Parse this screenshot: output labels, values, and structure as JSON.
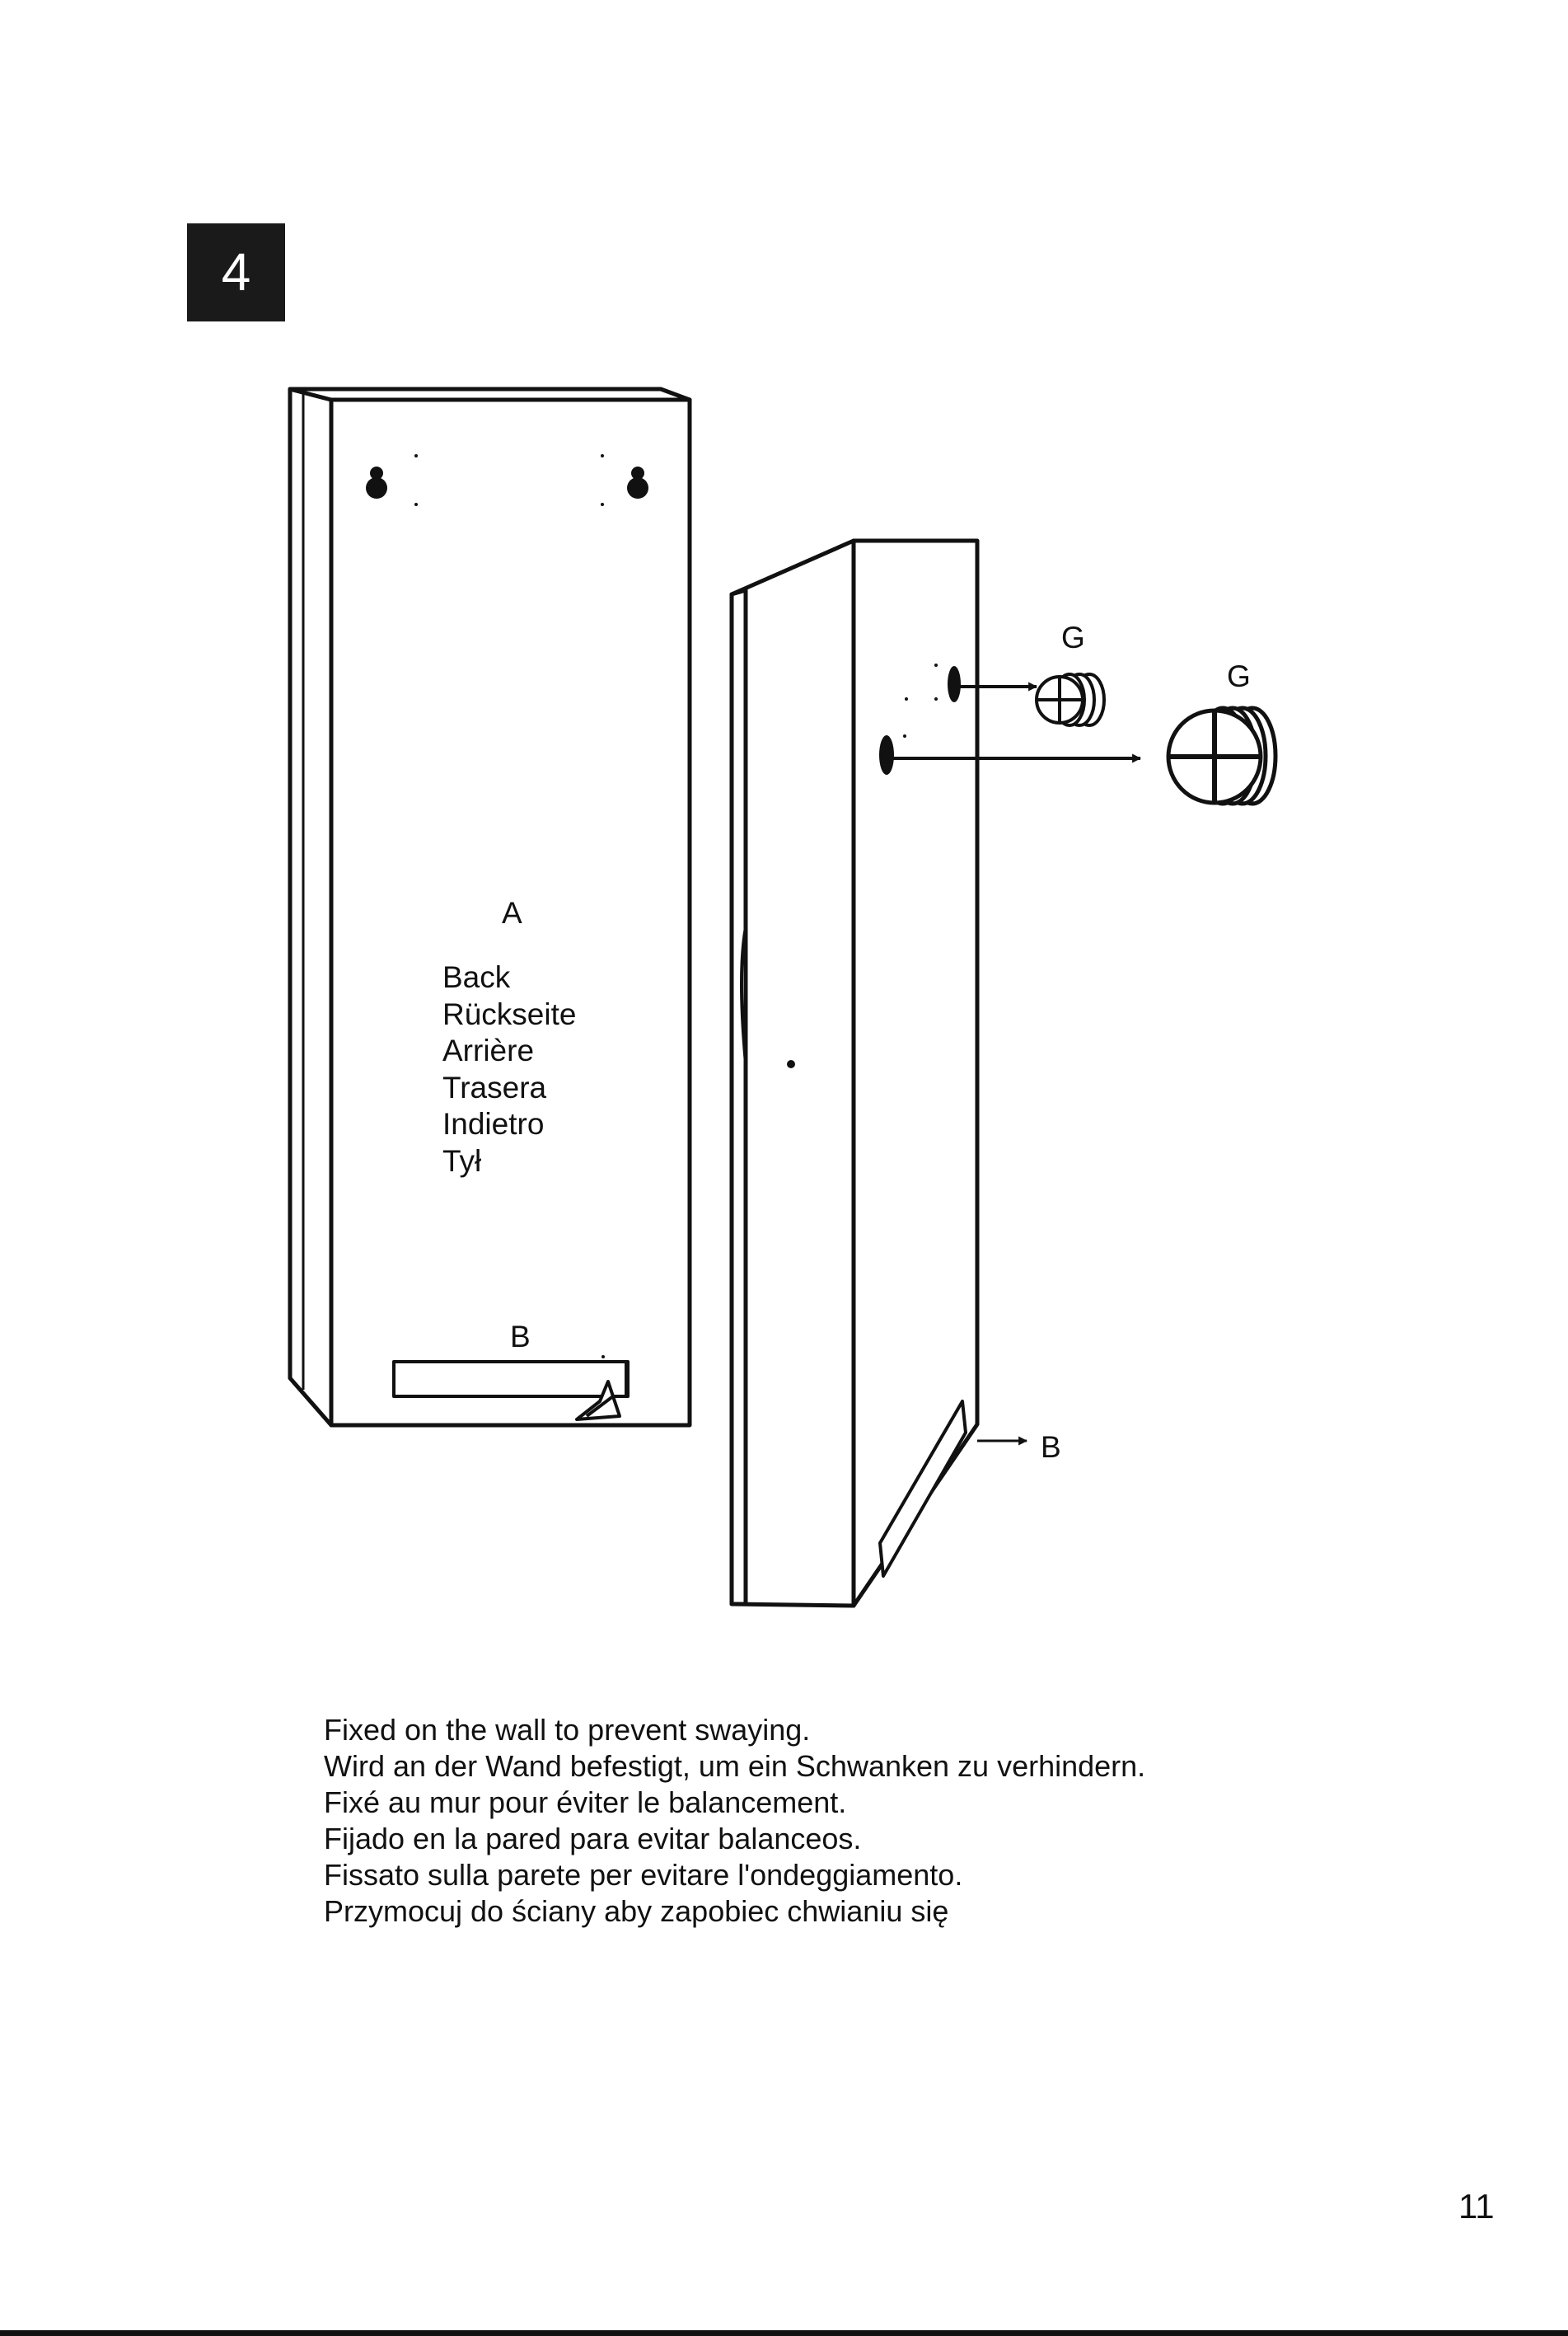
{
  "step": {
    "number": "4"
  },
  "diagram": {
    "part_a_label": "A",
    "back_names": [
      "Back",
      "Rückseite",
      "Arrière",
      "Trasera",
      "Indietro",
      "Tył"
    ],
    "part_b_label": "B",
    "fitting_label": "G"
  },
  "instructions": [
    "Fixed on the wall to prevent swaying.",
    "Wird an der Wand befestigt, um ein Schwanken zu verhindern.",
    "Fixé au mur pour éviter le balancement.",
    "Fijado en la pared para evitar balanceos.",
    "Fissato sulla parete per evitare l'ondeggiamento.",
    "Przymocuj do ściany aby zapobiec chwianiu się"
  ],
  "page_number": "11"
}
